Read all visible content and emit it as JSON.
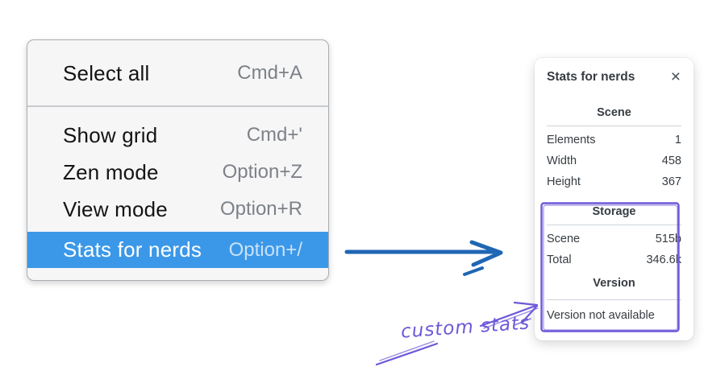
{
  "menu": {
    "sections": [
      {
        "items": [
          {
            "id": "select-all",
            "label": "Select all",
            "shortcut": "Cmd+A",
            "highlighted": false
          }
        ]
      },
      {
        "items": [
          {
            "id": "show-grid",
            "label": "Show grid",
            "shortcut": "Cmd+'",
            "highlighted": false
          },
          {
            "id": "zen-mode",
            "label": "Zen mode",
            "shortcut": "Option+Z",
            "highlighted": false
          },
          {
            "id": "view-mode",
            "label": "View mode",
            "shortcut": "Option+R",
            "highlighted": false
          },
          {
            "id": "stats-for-nerds",
            "label": "Stats for nerds",
            "shortcut": "Option+/",
            "highlighted": true
          }
        ]
      }
    ]
  },
  "panel": {
    "title": "Stats for nerds",
    "close_icon": "×",
    "sections": [
      {
        "heading": "Scene",
        "rows": [
          {
            "label": "Elements",
            "value": "1"
          },
          {
            "label": "Width",
            "value": "458"
          },
          {
            "label": "Height",
            "value": "367"
          }
        ]
      },
      {
        "heading": "Storage",
        "rows": [
          {
            "label": "Scene",
            "value": "515b"
          },
          {
            "label": "Total",
            "value": "346.6k"
          }
        ]
      },
      {
        "heading": "Version",
        "rows": [
          {
            "label": "Version not available",
            "value": ""
          }
        ]
      }
    ]
  },
  "annotation": {
    "label": "custom stats"
  },
  "colors": {
    "highlight_blue": "#3b98e8",
    "arrow_blue": "#1f66b4",
    "annotation_purple": "#6e58d8",
    "panel_text": "#363c42",
    "shortcut_gray": "#7d8288"
  }
}
